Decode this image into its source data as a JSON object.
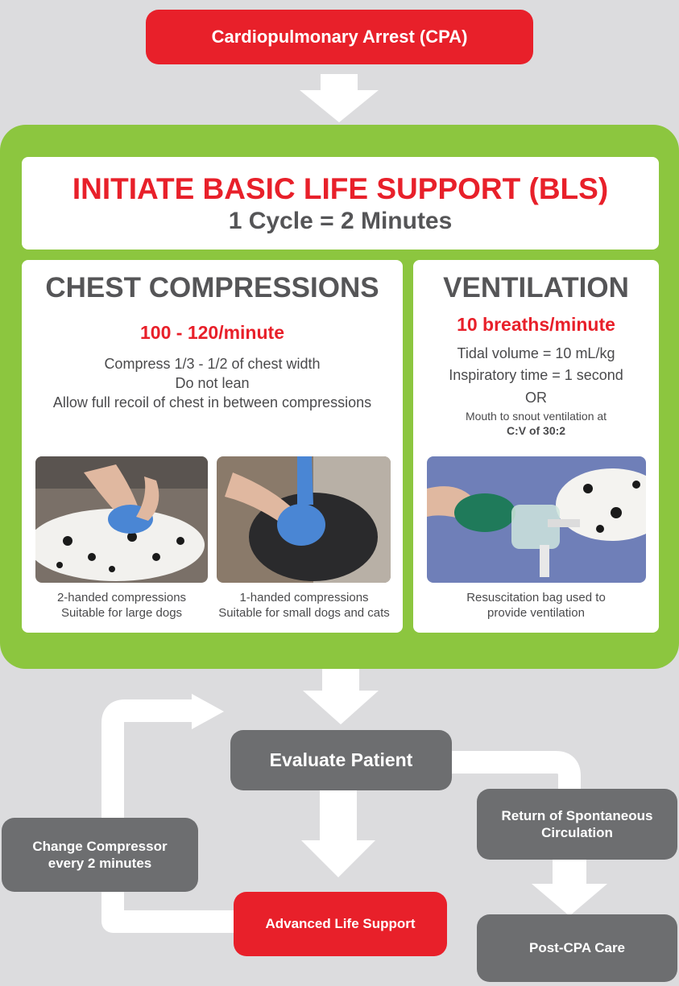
{
  "top_box": "Cardiopulmonary Arrest (CPA)",
  "bls": {
    "title": "INITIATE BASIC LIFE SUPPORT (BLS)",
    "cycle": "1 Cycle = 2 Minutes"
  },
  "compressions": {
    "title": "CHEST COMPRESSIONS",
    "rate": "100 - 120/minute",
    "lines": [
      "Compress 1/3 - 1/2 of chest width",
      "Do not lean",
      "Allow full recoil of chest in between compressions"
    ],
    "photo1_caption": [
      "2-handed compressions",
      "Suitable for large dogs"
    ],
    "photo2_caption": [
      "1-handed compressions",
      "Suitable for small dogs and cats"
    ]
  },
  "ventilation": {
    "title": "VENTILATION",
    "rate": "10 breaths/minute",
    "lines": [
      "Tidal volume = 10 mL/kg",
      "Inspiratory time = 1 second",
      "OR"
    ],
    "mouth_line": "Mouth to snout ventilation at",
    "ratio": "C:V of 30:2",
    "photo_caption": [
      "Resuscitation bag used to",
      "provide ventilation"
    ]
  },
  "flow": {
    "evaluate": "Evaluate Patient",
    "change_compressor": [
      "Change Compressor",
      "every 2 minutes"
    ],
    "als": "Advanced Life Support",
    "rosc": [
      "Return of Spontaneous",
      "Circulation"
    ],
    "post_cpa": "Post-CPA Care"
  },
  "colors": {
    "red": "#e8202a",
    "green": "#8cc63f",
    "grey_box": "#6d6e70",
    "background": "#dcdcde",
    "text_grey": "#4a4a4c"
  }
}
